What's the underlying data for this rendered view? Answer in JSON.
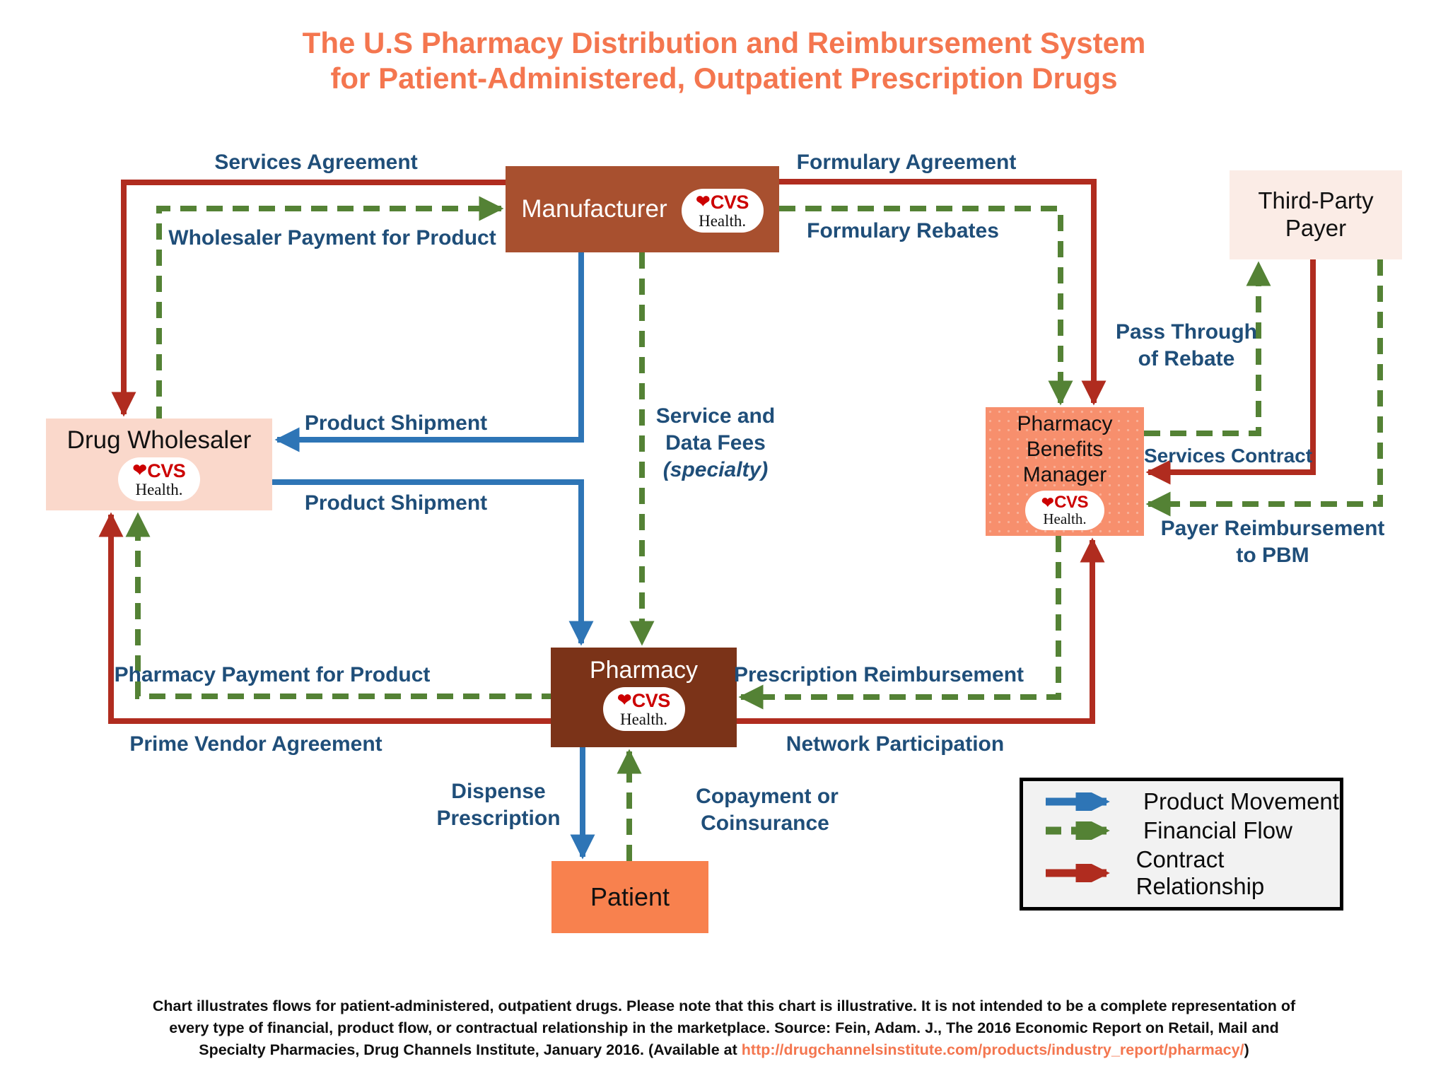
{
  "title": {
    "line1": "The U.S Pharmacy Distribution and Reimbursement System",
    "line2": "for Patient-Administered, Outpatient Prescription Drugs"
  },
  "colors": {
    "title": "#F4764F",
    "label": "#1F4E79",
    "blue": "#2E75B6",
    "green": "#548235",
    "red": "#B02C1F",
    "manufacturer_bg": "#A8502F",
    "pharmacy_bg": "#7B3318",
    "pbm_bg": "#F78F6D",
    "patient_bg": "#F8814E",
    "wholesaler_bg": "#FAD8CB",
    "payer_bg": "#FBECE6",
    "legend_bg": "#F2F2F2",
    "cvs_red": "#CC0000"
  },
  "logo": {
    "heart": "❤",
    "cvs": "CVS",
    "health": "Health."
  },
  "nodes": {
    "manufacturer": "Manufacturer",
    "drug_wholesaler": "Drug Wholesaler",
    "third_party_payer": "Third-Party Payer",
    "pbm": "Pharmacy Benefits Manager",
    "pharmacy": "Pharmacy",
    "patient": "Patient"
  },
  "edges": {
    "services_agreement": "Services Agreement",
    "wholesaler_payment": "Wholesaler Payment for Product",
    "formulary_agreement": "Formulary Agreement",
    "formulary_rebates": "Formulary Rebates",
    "product_shipment_top": "Product Shipment",
    "product_shipment_bottom": "Product Shipment",
    "service_fees_1": "Service and",
    "service_fees_2": "Data Fees",
    "service_fees_3": "(specialty)",
    "pass_through_1": "Pass Through",
    "pass_through_2": "of Rebate",
    "services_contract": "Services Contract",
    "payer_reimbursement_1": "Payer Reimbursement",
    "payer_reimbursement_2": "to PBM",
    "pharmacy_payment": "Pharmacy Payment for Product",
    "prime_vendor": "Prime Vendor Agreement",
    "prescription_reimbursement": "Prescription Reimbursement",
    "network_participation": "Network Participation",
    "dispense_1": "Dispense",
    "dispense_2": "Prescription",
    "copayment_1": "Copayment or",
    "copayment_2": "Coinsurance"
  },
  "legend": {
    "product": "Product Movement",
    "financial": "Financial Flow",
    "contract": "Contract Relationship"
  },
  "footer": {
    "line1": "Chart illustrates flows for patient-administered, outpatient drugs. Please note that this chart is illustrative. It is not intended to be a complete representation of",
    "line2": "every type of financial, product flow, or contractual relationship in the marketplace. Source: Fein, Adam. J., The 2016 Economic Report on Retail, Mail and",
    "line3_prefix": "Specialty Pharmacies, Drug Channels Institute, January 2016. (Available at ",
    "link": "http://drugchannelsinstitute.com/products/industry_report/pharmacy/",
    "line3_suffix": ")"
  }
}
